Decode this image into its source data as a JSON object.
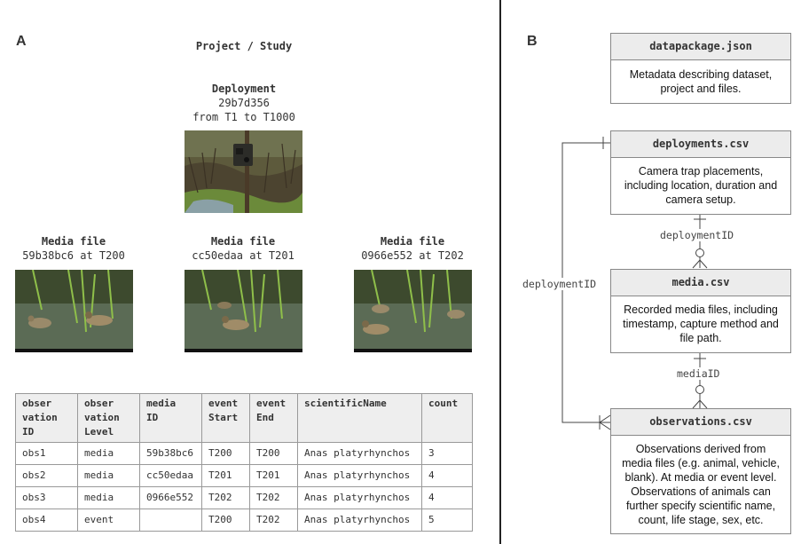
{
  "panel_a": {
    "letter": "A",
    "title": "Project / Study",
    "deployment": {
      "label": "Deployment",
      "id": "29b7d356",
      "range": "from T1 to T1000"
    },
    "media_files": [
      {
        "label": "Media file",
        "caption": "59b38bc6 at T200"
      },
      {
        "label": "Media file",
        "caption": "cc50edaa at T201"
      },
      {
        "label": "Media file",
        "caption": "0966e552 at T202"
      }
    ],
    "table": {
      "headers": [
        [
          "obser",
          "vation",
          "ID"
        ],
        [
          "obser",
          "vation",
          "Level"
        ],
        [
          "media",
          "ID"
        ],
        [
          "event",
          "Start"
        ],
        [
          "event",
          "End"
        ],
        [
          "scientificName"
        ],
        [
          "count"
        ]
      ],
      "rows": [
        [
          "obs1",
          "media",
          "59b38bc6",
          "T200",
          "T200",
          "Anas platyrhynchos",
          "3"
        ],
        [
          "obs2",
          "media",
          "cc50edaa",
          "T201",
          "T201",
          "Anas platyrhynchos",
          "4"
        ],
        [
          "obs3",
          "media",
          "0966e552",
          "T202",
          "T202",
          "Anas platyrhynchos",
          "4"
        ],
        [
          "obs4",
          "event",
          "",
          "T200",
          "T202",
          "Anas platyrhynchos",
          "5"
        ]
      ]
    }
  },
  "panel_b": {
    "letter": "B",
    "boxes": {
      "datapackage": {
        "title": "datapackage.json",
        "body": [
          "Metadata describing dataset,",
          "project and files."
        ]
      },
      "deployments": {
        "title": "deployments.csv",
        "body": [
          "Camera trap placements,",
          "including location, duration and",
          "camera setup."
        ]
      },
      "media": {
        "title": "media.csv",
        "body": [
          "Recorded media files, including",
          "timestamp, capture method and",
          "file path."
        ]
      },
      "observations": {
        "title": "observations.csv",
        "body": [
          "Observations derived from",
          "media files (e.g. animal, vehicle,",
          "blank). At media or event level.",
          "Observations of animals can",
          "further specify scientific name,",
          "count, life stage, sex, etc."
        ]
      }
    },
    "relations": {
      "deployments_media": "deploymentID",
      "media_observations": "mediaID",
      "deployments_observations": "deploymentID"
    }
  }
}
